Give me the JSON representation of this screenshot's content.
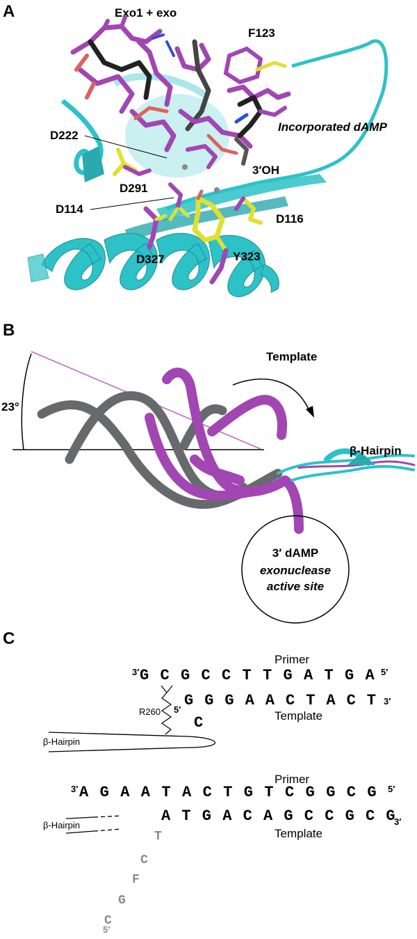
{
  "panel_a": {
    "letter": "A",
    "title": "Exo1 + exo",
    "labels": {
      "f123": "F123",
      "incorporated": "Incorporated dAMP",
      "d222": "D222",
      "three_oh": "3′OH",
      "d291": "D291",
      "d114": "D114",
      "d116": "D116",
      "d327": "D327",
      "y323": "Y323"
    }
  },
  "panel_b": {
    "letter": "B",
    "template": "Template",
    "angle": "23°",
    "hairpin": "β-Hairpin",
    "circle_title": "3′ dAMP",
    "circle_line1": "exonuclease",
    "circle_line2": "active site"
  },
  "panel_c": {
    "letter": "C",
    "top": {
      "primer_label": "Primer",
      "primer_5": "5′",
      "primer_3": "3′",
      "primer_bases": [
        "G",
        "C",
        "G",
        "C",
        "C",
        "T",
        "T",
        "G",
        "A",
        "T",
        "G",
        "A"
      ],
      "template_label": "Template",
      "template_5": "5′",
      "template_3": "3′",
      "template_bases": [
        "G",
        "G",
        "G",
        "A",
        "A",
        "C",
        "T",
        "A",
        "C",
        "T"
      ],
      "flipped_base": "C",
      "r260": "R260",
      "hairpin": "β-Hairpin"
    },
    "bottom": {
      "primer_label": "Primer",
      "primer_3": "3′",
      "primer_5": "5′",
      "primer_bases": [
        "A",
        "G",
        "A",
        "A",
        "T",
        "A",
        "C",
        "T",
        "G",
        "T",
        "C",
        "G",
        "G",
        "C",
        "G"
      ],
      "template_label": "Template",
      "template_3": "3′",
      "template_5": "5′",
      "template_bases": [
        "A",
        "T",
        "G",
        "A",
        "C",
        "A",
        "G",
        "C",
        "C",
        "G",
        "C",
        "G"
      ],
      "unpaired_bases": [
        "T",
        "C",
        "F",
        "G",
        "C"
      ],
      "hairpin": "β-Hairpin"
    }
  },
  "colors": {
    "protein": "#2cc2c8",
    "dna_magenta": "#a146b2",
    "dna_grey": "#666a6d",
    "sidechain_yellow": "#e0e030",
    "oxygen_red": "#e06060",
    "nitrogen_blue": "#3050d0"
  }
}
